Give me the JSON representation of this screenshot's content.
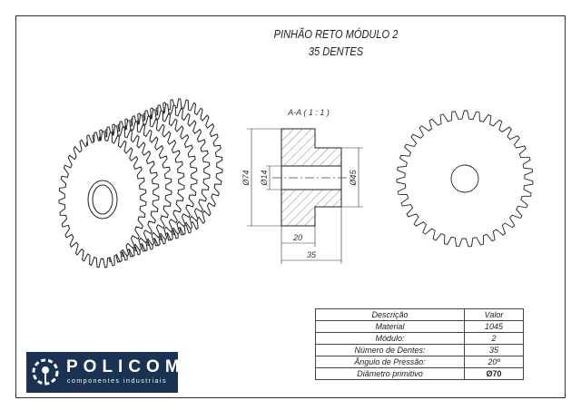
{
  "title": {
    "line1": "PINHÃO RETO MÓDULO 2",
    "line2": "35 DENTES"
  },
  "section": {
    "label": "A-A ( 1 : 1 )",
    "dims": {
      "d74": "Ø74",
      "d14": "Ø14",
      "d45": "Ø45",
      "l20": "20",
      "l35": "35"
    }
  },
  "table": {
    "header": [
      "Descrição",
      "Valor"
    ],
    "rows": [
      [
        "Material",
        "1045"
      ],
      [
        "Módulo:",
        "2"
      ],
      [
        "Número de Dentes:",
        "35"
      ],
      [
        "Ângulo de Pressão:",
        "20º"
      ],
      [
        "Diâmetro primitivo",
        "Ø70"
      ]
    ]
  },
  "logo": {
    "name": "POLICOMP",
    "tagline": "componentes industriais"
  },
  "colors": {
    "logo_bg": "#1b3352",
    "line": "#333333"
  }
}
